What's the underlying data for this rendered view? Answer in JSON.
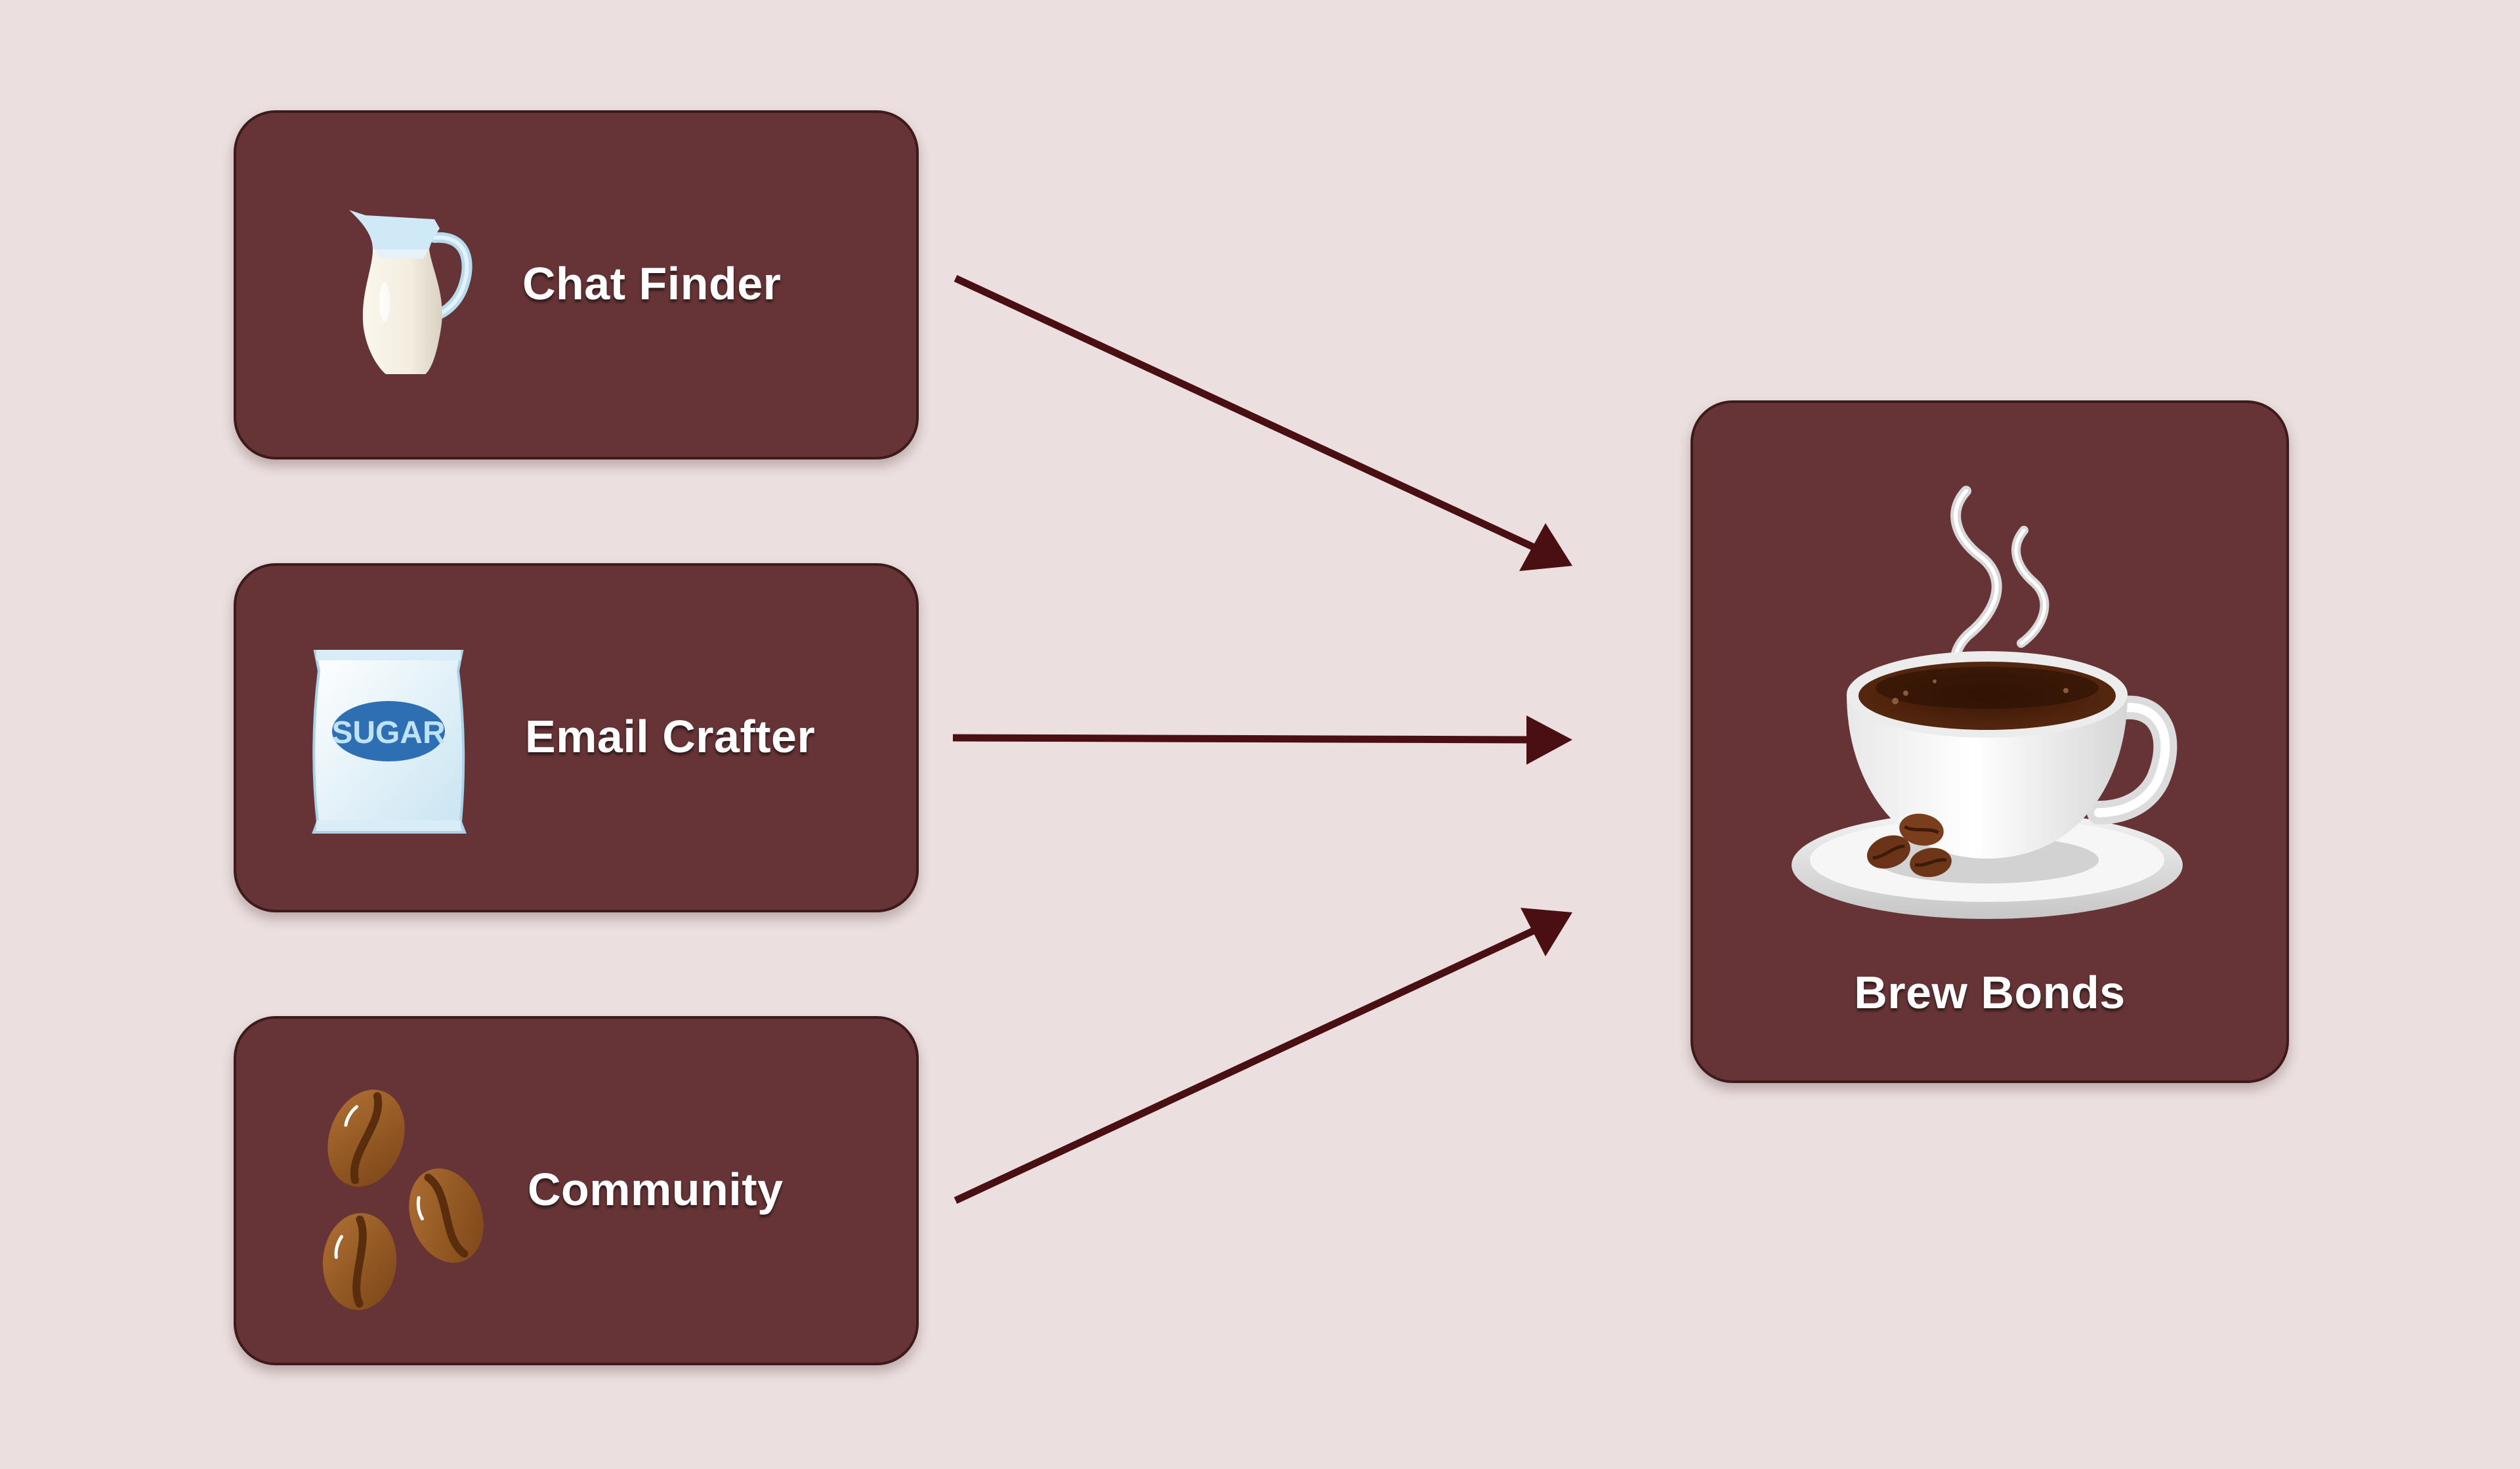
{
  "diagram": {
    "inputs": [
      {
        "label": "Chat Finder",
        "icon": "milk-jug-icon"
      },
      {
        "label": "Email Crafter",
        "icon": "sugar-bag-icon",
        "icon_text": "SUGAR"
      },
      {
        "label": "Community",
        "icon": "coffee-beans-icon"
      }
    ],
    "output": {
      "label": "Brew Bonds",
      "icon": "coffee-cup-icon"
    }
  },
  "colors": {
    "background": "#ebdfdf",
    "card": "#663436",
    "card_border": "#3f1a1c",
    "arrow": "#4a0f13",
    "label": "#ffffff"
  }
}
